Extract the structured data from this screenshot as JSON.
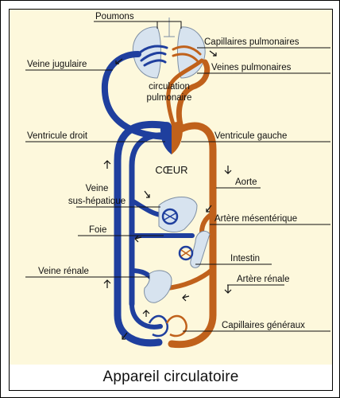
{
  "title": "Appareil circulatoire",
  "labels": {
    "poumons": "Poumons",
    "capillaires_pulmonaires": "Capillaires pulmonaires",
    "veine_jugulaire": "Veine jugulaire",
    "veines_pulmonaires": "Veines pulmonaires",
    "circulation_pulmonaire_1": "circulation",
    "circulation_pulmonaire_2": "pulmonaire",
    "ventricule_droit": "Ventricule droit",
    "ventricule_gauche": "Ventricule gauche",
    "coeur": "CŒUR",
    "aorte": "Aorte",
    "veine_1": "Veine",
    "veine_sus_hepatique": "sus-hépatique",
    "artere_mesenterique": "Artère mésentérique",
    "foie": "Foie",
    "intestin": "Intestin",
    "veine_renale": "Veine rénale",
    "artere_renale": "Artère rénale",
    "capillaires_generaux": "Capillaires généraux"
  },
  "colors": {
    "venous": "#1f3f9e",
    "arterial": "#c0611b",
    "organ": "#d7e3ef",
    "background": "#fdf8dc"
  }
}
